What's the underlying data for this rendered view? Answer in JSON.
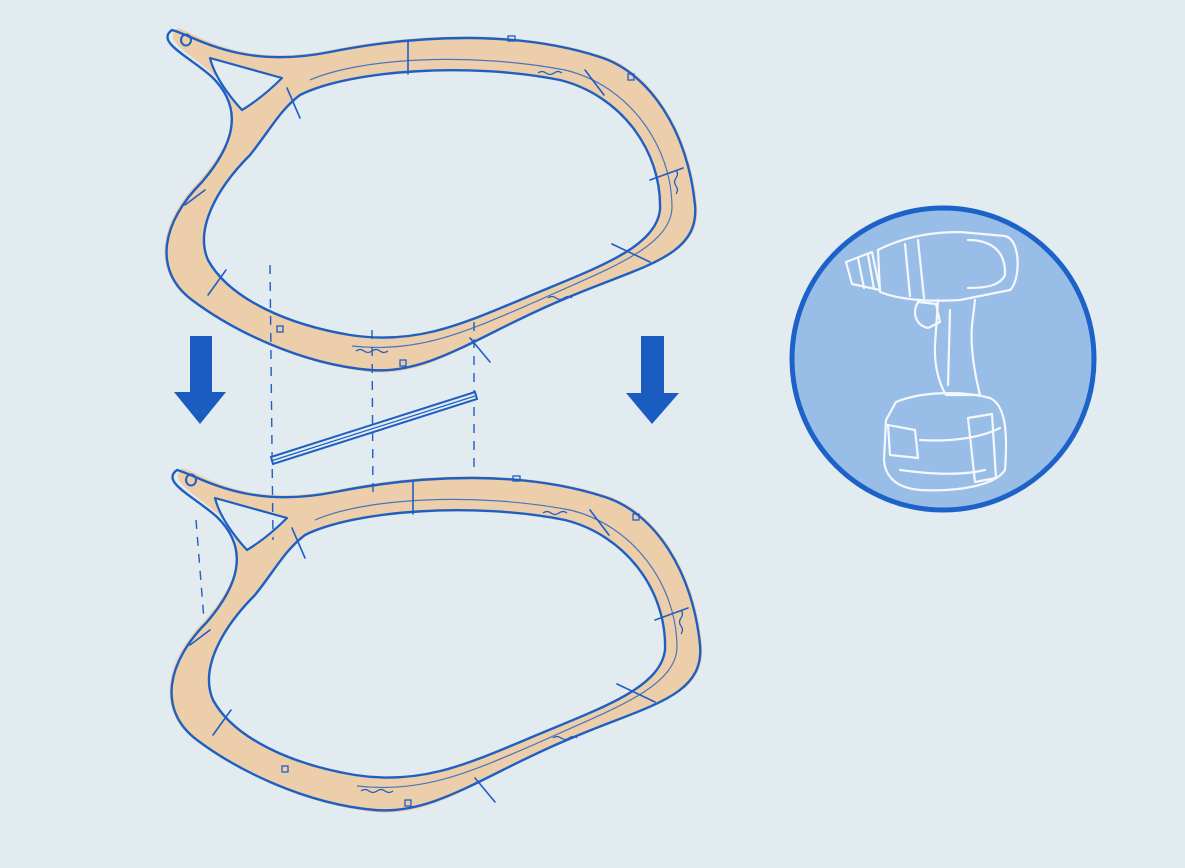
{
  "illustration": {
    "subject": "",
    "colors": {
      "background": "#e2ebf0",
      "wood_fill": "#ecceab",
      "outline": "#1f5fc2",
      "arrow": "#1a5cc0",
      "tool_circle_fill": "#98bde6",
      "tool_circle_stroke": "#1d62c8",
      "tool_line": "#f4f8fc"
    },
    "icons": [
      "frame-outline-top",
      "frame-outline-bottom",
      "down-arrow-left",
      "down-arrow-right",
      "wood-strip",
      "drill-icon"
    ]
  }
}
